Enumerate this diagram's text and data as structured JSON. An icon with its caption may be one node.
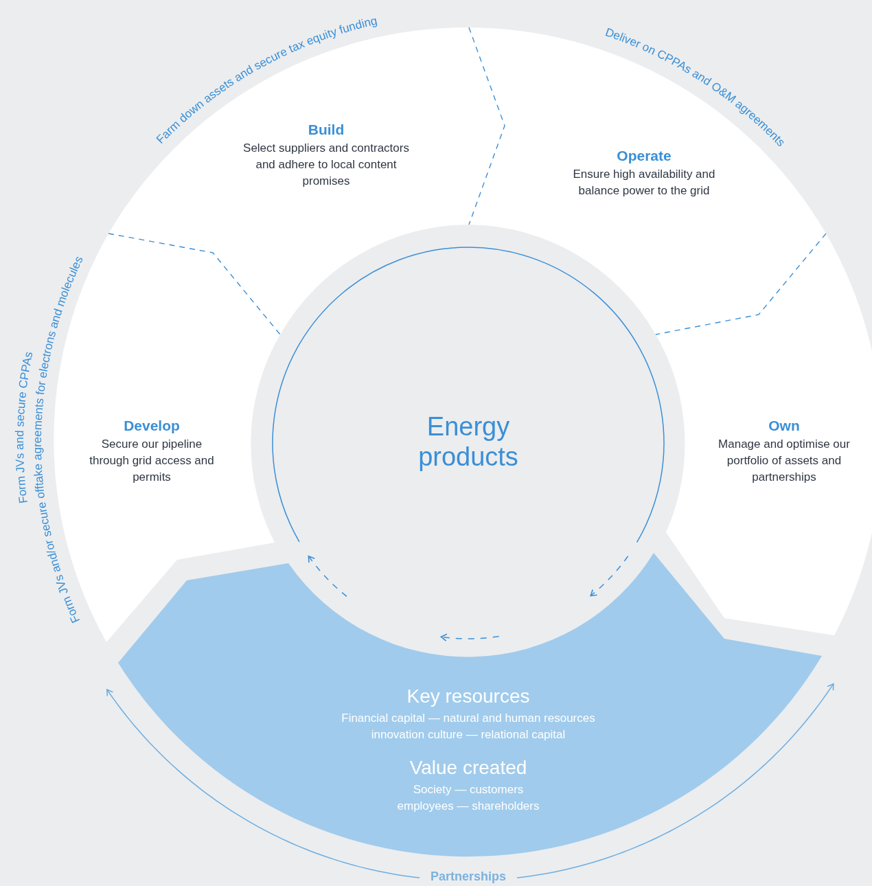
{
  "diagram": {
    "nodes": [
      {
        "text": [
          "Build",
          "Select suppliers and contractors and adhere to local content promises"
        ]
      },
      {
        "text": [
          "Operate",
          "Ensure high availability and balance power to the grid"
        ]
      },
      {
        "text": [
          "Develop",
          "Secure our pipeline through grid access and permits"
        ]
      },
      {
        "text": [
          "Own",
          "Manage and optimise our portfolio of assets and partnerships"
        ]
      },
      {
        "text": [
          "Energy products"
        ]
      },
      {
        "text": [
          "Key resources",
          "Financial capital — natural and human resources innovation culture — relational capital",
          "Value created",
          "Society — customers employees — shareholders"
        ]
      },
      {
        "text": [
          "Partnerships"
        ]
      }
    ],
    "edges": [
      {
        "from": 6,
        "to": null,
        "arrow": "to"
      },
      {
        "from": 6,
        "to": null,
        "arrow": "to"
      }
    ],
    "labels": [
      "Farm down assets and secure tax equity funding",
      "Deliver on CPPAs and O&M agreements",
      "Form JVs and secure CPPAs",
      "Form JVs and/or secure offtake agreements for electrons and molecules"
    ]
  }
}
